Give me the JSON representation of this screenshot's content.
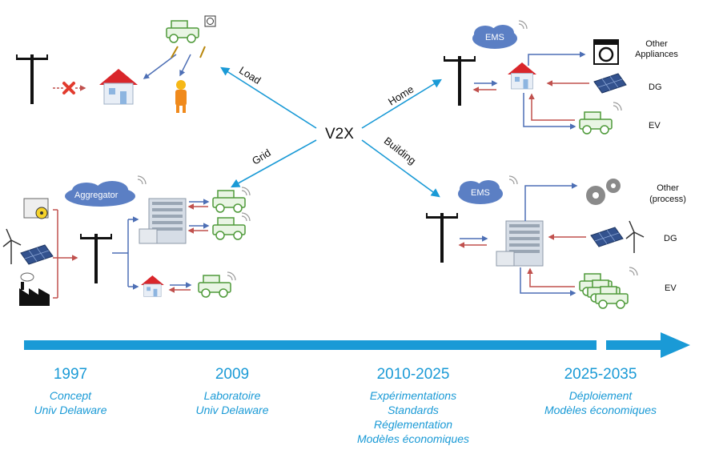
{
  "center_label": "V2X",
  "branches": {
    "load": "Load",
    "grid": "Grid",
    "home": "Home",
    "building": "Building"
  },
  "cloud_labels": {
    "aggregator": "Aggregator",
    "ems_home": "EMS",
    "ems_building": "EMS"
  },
  "home_panel": {
    "other": [
      "Other",
      "Appliances"
    ],
    "dg": "DG",
    "ev": "EV"
  },
  "building_panel": {
    "other": [
      "Other",
      "(process)"
    ],
    "dg": "DG",
    "ev": "EV"
  },
  "timeline": [
    {
      "year": "1997",
      "lines": [
        "Concept",
        "Univ Delaware"
      ]
    },
    {
      "year": "2009",
      "lines": [
        "Laboratoire",
        "Univ Delaware"
      ]
    },
    {
      "year": "2010-2025",
      "lines": [
        "Expérimentations",
        "Standards",
        "Réglementation",
        "Modèles économiques"
      ]
    },
    {
      "year": "2025-2035",
      "lines": [
        "Déploiement",
        "Modèles économiques"
      ]
    }
  ],
  "colors": {
    "accent": "#1a9ad6",
    "flow_blue": "#4d6fb5",
    "flow_red": "#c0504d",
    "cloud": "#5b7fc4",
    "roof": "#d9262b"
  },
  "icons": [
    "utility-pole-icon",
    "house-icon",
    "electric-car-icon",
    "worker-icon",
    "building-icon",
    "solar-panel-icon",
    "wind-turbine-icon",
    "factory-icon",
    "nuclear-plant-icon",
    "washing-machine-icon",
    "gear-icon",
    "cloud-icon",
    "x-icon"
  ]
}
